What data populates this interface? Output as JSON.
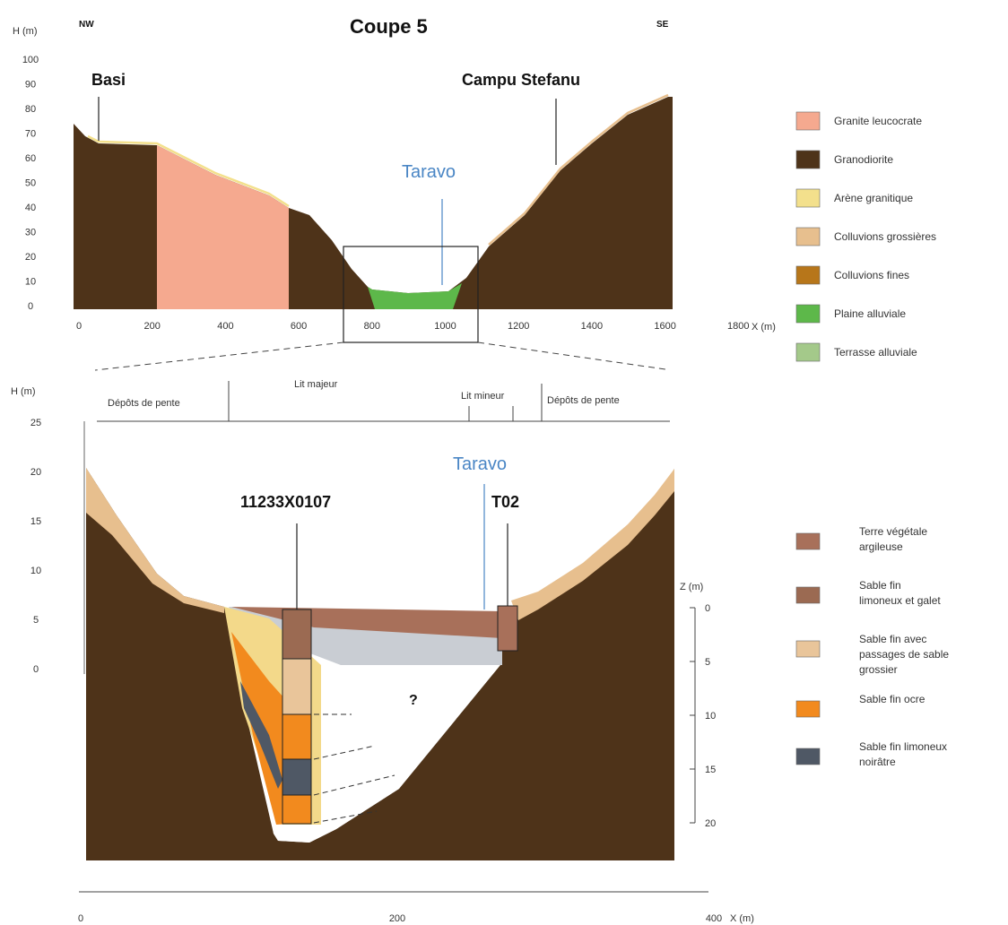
{
  "title": "Coupe 5",
  "dir_left": "NW",
  "dir_right": "SE",
  "top": {
    "yaxis_label": "H (m)",
    "yticks": [
      "100",
      "90",
      "80",
      "70",
      "60",
      "50",
      "40",
      "30",
      "20",
      "10",
      "0"
    ],
    "xaxis_label": "X (m)",
    "xticks": [
      "0",
      "200",
      "400",
      "600",
      "800",
      "1000",
      "1200",
      "1400",
      "1600",
      "1800"
    ],
    "place_left": "Basi",
    "place_right": "Campu Stefanu",
    "river": "Taravo"
  },
  "bottom": {
    "yaxis_label": "H (m)",
    "yticks": [
      "25",
      "20",
      "15",
      "10",
      "5",
      "0"
    ],
    "zaxis_label": "Z (m)",
    "zticks": [
      "0",
      "5",
      "10",
      "15",
      "20"
    ],
    "xaxis_label": "X (m)",
    "xticks": [
      "0",
      "200",
      "400"
    ],
    "zones": [
      "Dépôts de pente",
      "Lit majeur",
      "Lit mineur",
      "Dépôts de pente"
    ],
    "river": "Taravo",
    "borehole_1": "11233X0107",
    "borehole_2": "T02",
    "unknown": "?"
  },
  "legend_top": [
    {
      "label": "Granite leucocrate",
      "color": "#f5a98f"
    },
    {
      "label": "Granodiorite",
      "color": "#4e3319"
    },
    {
      "label": "Arène granitique",
      "color": "#f3e08c"
    },
    {
      "label": "Colluvions grossières",
      "color": "#e7bf8e"
    },
    {
      "label": "Colluvions fines",
      "color": "#b7761a"
    },
    {
      "label": "Plaine alluviale",
      "color": "#5db84a"
    },
    {
      "label": "Terrasse alluviale",
      "color": "#a4c98a"
    }
  ],
  "legend_bottom": [
    {
      "lines": [
        "Terre végétale",
        "argileuse"
      ],
      "color": "#a8705a"
    },
    {
      "lines": [
        "Sable fin",
        "limoneux et galet"
      ],
      "color": "#9b6a52"
    },
    {
      "lines": [
        "Sable fin avec",
        "passages de sable",
        "grossier"
      ],
      "color": "#e9c59a"
    },
    {
      "lines": [
        "Sable fin ocre"
      ],
      "color": "#f28a1e"
    },
    {
      "lines": [
        "Sable fin limoneux",
        "noirâtre"
      ],
      "color": "#4f5865"
    }
  ]
}
